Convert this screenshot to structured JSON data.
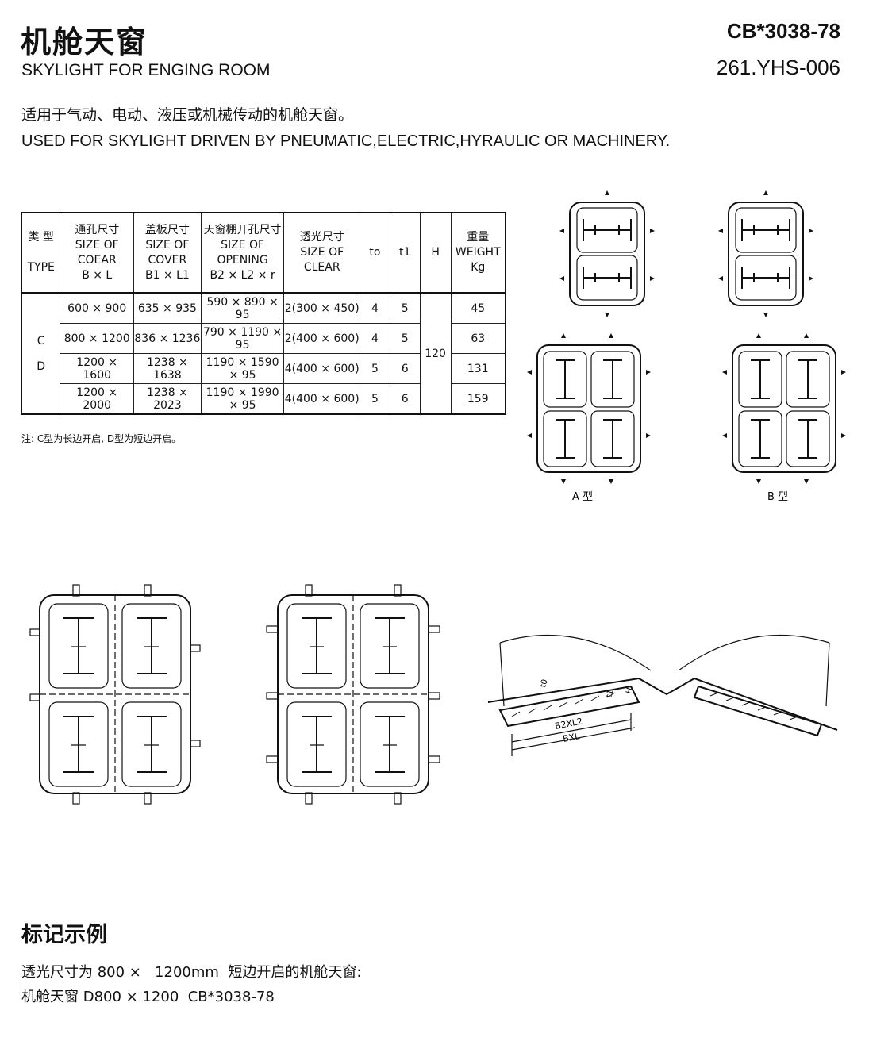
{
  "header": {
    "title_cn": "机舱天窗",
    "title_en": "SKYLIGHT FOR ENGING ROOM",
    "code": "CB*3038-78",
    "catalog_no": "261.YHS-006"
  },
  "description": {
    "cn": "适用于气动、电动、液压或机械传动的机舱天窗。",
    "en": "USED FOR SKYLIGHT DRIVEN BY PNEUMATIC,ELECTRIC,HYRAULIC OR MACHINERY."
  },
  "table": {
    "headers": [
      {
        "cn": "类 型",
        "en": "TYPE",
        "formula": ""
      },
      {
        "cn": "通孔尺寸",
        "en": "SIZE OF COEAR",
        "formula": "B × L"
      },
      {
        "cn": "盖板尺寸",
        "en": "SIZE OF COVER",
        "formula": "B1 × L1"
      },
      {
        "cn": "天窗棚开孔尺寸",
        "en": "SIZE OF OPENING",
        "formula": "B2 × L2 × r"
      },
      {
        "cn": "透光尺寸",
        "en": "SIZE OF CLEAR",
        "formula": ""
      },
      {
        "cn": "",
        "en": "to",
        "formula": ""
      },
      {
        "cn": "",
        "en": "t1",
        "formula": ""
      },
      {
        "cn": "",
        "en": "H",
        "formula": ""
      },
      {
        "cn": "重量",
        "en": "WEIGHT",
        "formula": "Kg"
      }
    ],
    "type_values": [
      "C",
      "D"
    ],
    "h_value": "120",
    "rows": [
      {
        "coear": "600 × 900",
        "cover": "635 × 935",
        "opening": "590 × 890 × 95",
        "clear": "2(300 × 450)",
        "to": "4",
        "t1": "5",
        "weight": "45"
      },
      {
        "coear": "800 × 1200",
        "cover": "836 × 1236",
        "opening": "790 × 1190 × 95",
        "clear": "2(400 × 600)",
        "to": "4",
        "t1": "5",
        "weight": "63"
      },
      {
        "coear": "1200 × 1600",
        "cover": "1238 × 1638",
        "opening": "1190 × 1590 × 95",
        "clear": "4(400 × 600)",
        "to": "5",
        "t1": "6",
        "weight": "131"
      },
      {
        "coear": "1200 × 2000",
        "cover": "1238 × 2023",
        "opening": "1190 × 1990 × 95",
        "clear": "4(400 × 600)",
        "to": "5",
        "t1": "6",
        "weight": "159"
      }
    ]
  },
  "note": "注: C型为长边开启, D型为短边开启。",
  "figures": {
    "label_a": "A 型",
    "label_b": "B 型",
    "dim_b2l2": "B2XL2",
    "dim_bl": "BXL",
    "dim_t0": "t0",
    "dim_t1": "t1",
    "dim_h": "H"
  },
  "example": {
    "title": "标记示例",
    "line1": "透光尺寸为 800 ×   1200mm  短边开启的机舱天窗:",
    "line2": "机舱天窗 D800 × 1200  CB*3038-78"
  }
}
